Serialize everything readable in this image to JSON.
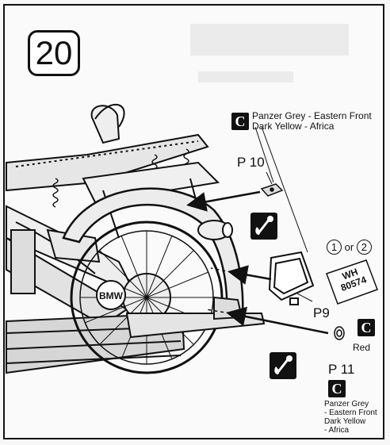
{
  "step_number": "20",
  "parts": {
    "p10": "P 10",
    "p9": "P9",
    "p11": "P 11"
  },
  "paint_code": "C",
  "color_note_top": {
    "line1": "Panzer Grey - Eastern Front",
    "line2": "Dark Yellow - Africa"
  },
  "color_note_red": "Red",
  "color_note_bottom": {
    "line1": "Panzer Grey",
    "line2": "- Eastern Front",
    "line3": "Dark Yellow",
    "line4": "- Africa"
  },
  "choice": {
    "option1": "1",
    "connector": "or",
    "option2": "2"
  },
  "plate": {
    "line1": "WH",
    "line2": "80574"
  },
  "icons": [
    "paint-brush-drop-icon",
    "paint-brush-drop-icon"
  ],
  "colors": {
    "line": "#111111",
    "paper": "#fafafa"
  }
}
